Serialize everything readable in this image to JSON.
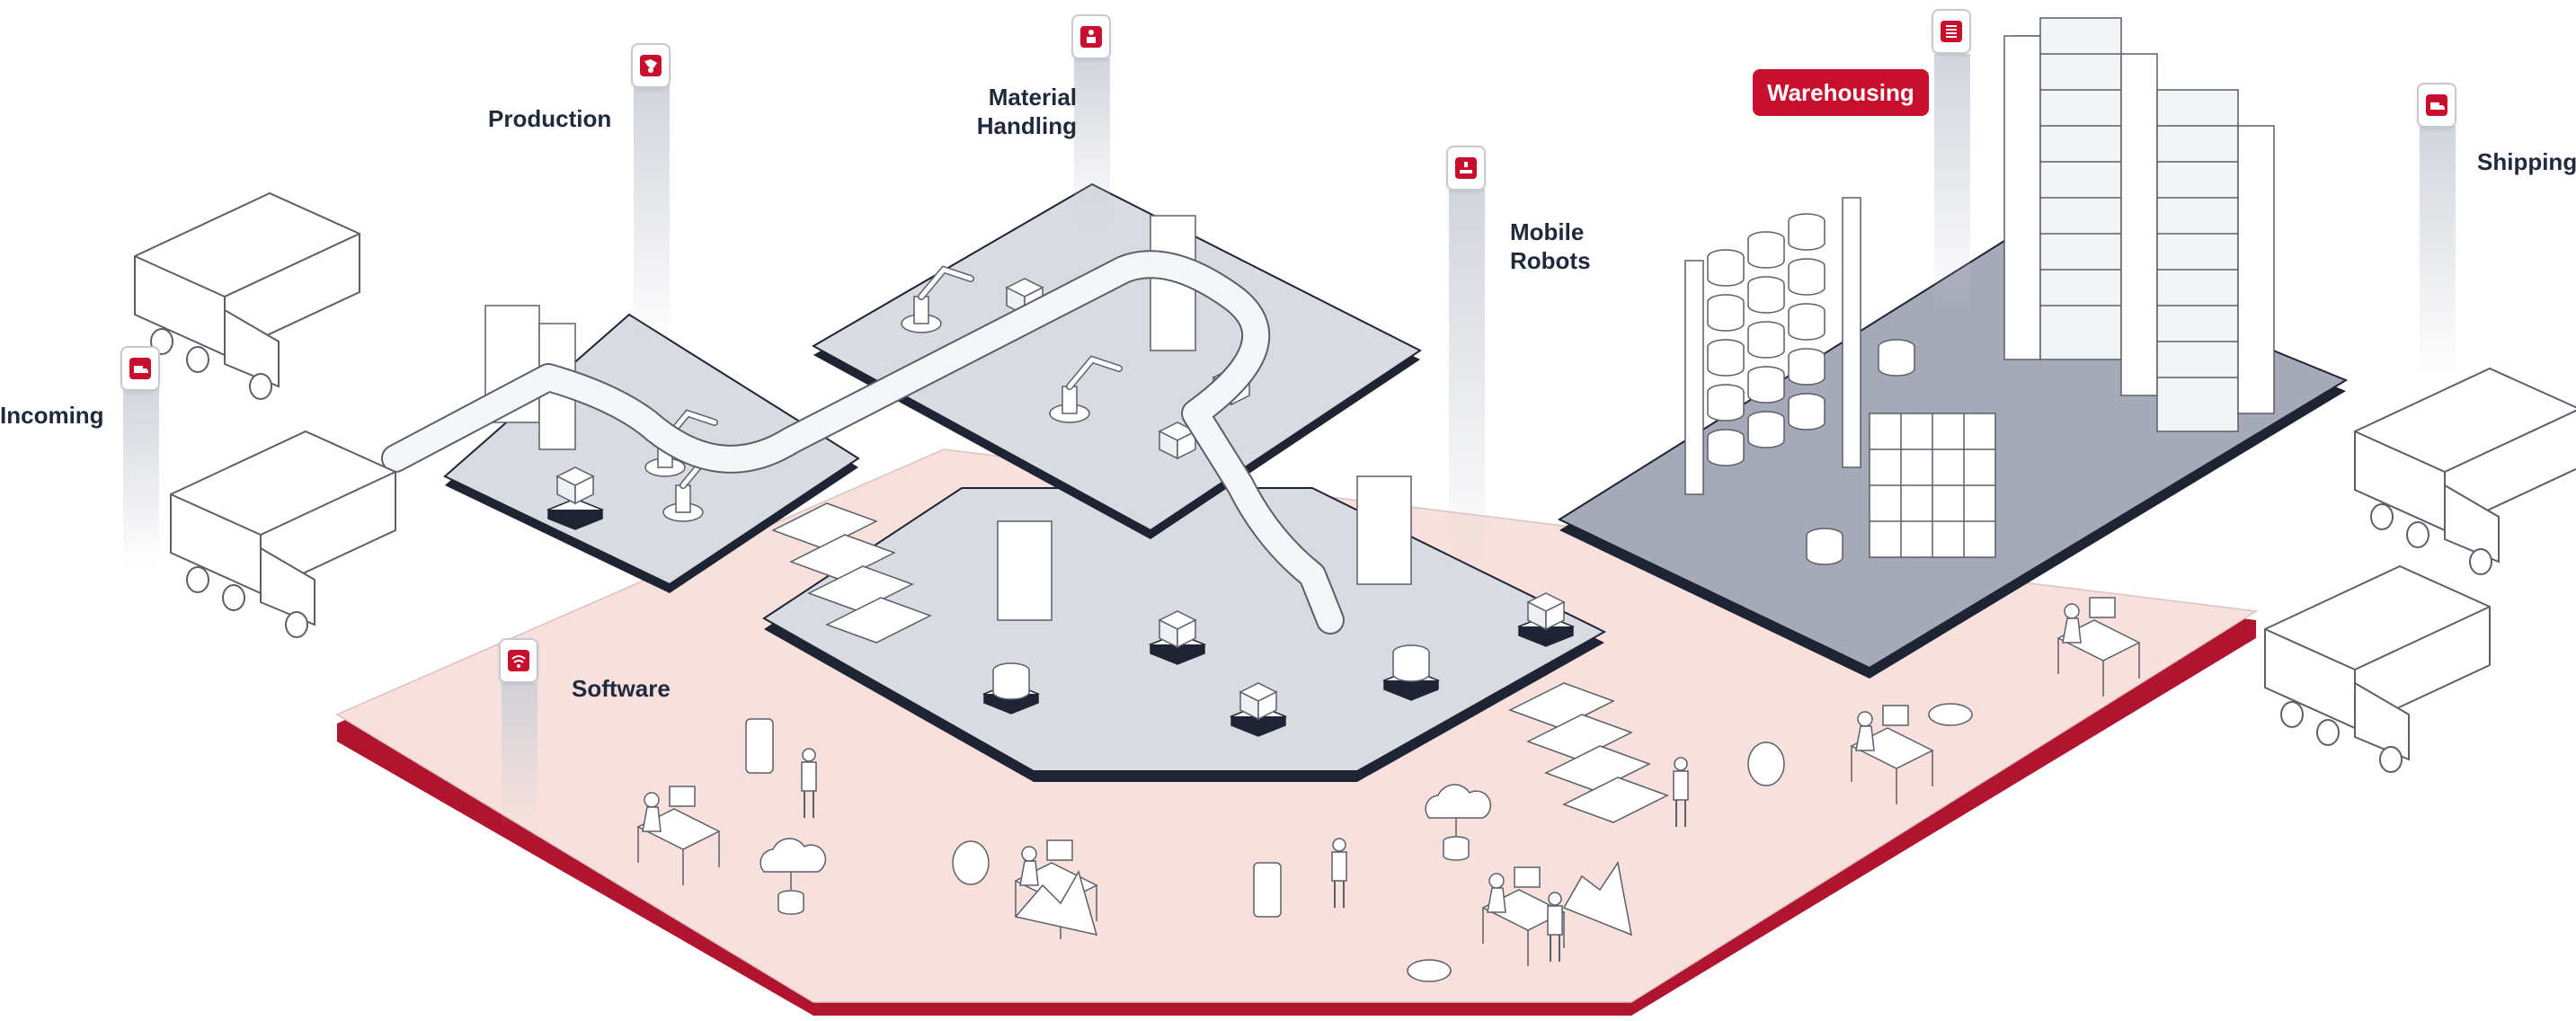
{
  "labels": {
    "incoming": "Incoming",
    "production": "Production",
    "material_handling": "Material\nHandling",
    "mobile_robots": "Mobile\nRobots",
    "warehousing": "Warehousing",
    "shipping": "Shipping",
    "software": "Software"
  },
  "active_section": "Warehousing",
  "colors": {
    "accent": "#c8102e",
    "software_floor": "#f8e1dc",
    "floor_gray": "#d9dbe0",
    "warehouse_floor": "#a6a9b8",
    "platform_edge": "#1e2433",
    "line_art": "#5a5f6a"
  },
  "icons": {
    "incoming": "truck-icon",
    "production": "production-icon",
    "material_handling": "person-box-icon",
    "mobile_robots": "robot-icon",
    "warehousing": "rack-icon",
    "shipping": "truck-icon",
    "software": "wifi-icon"
  }
}
